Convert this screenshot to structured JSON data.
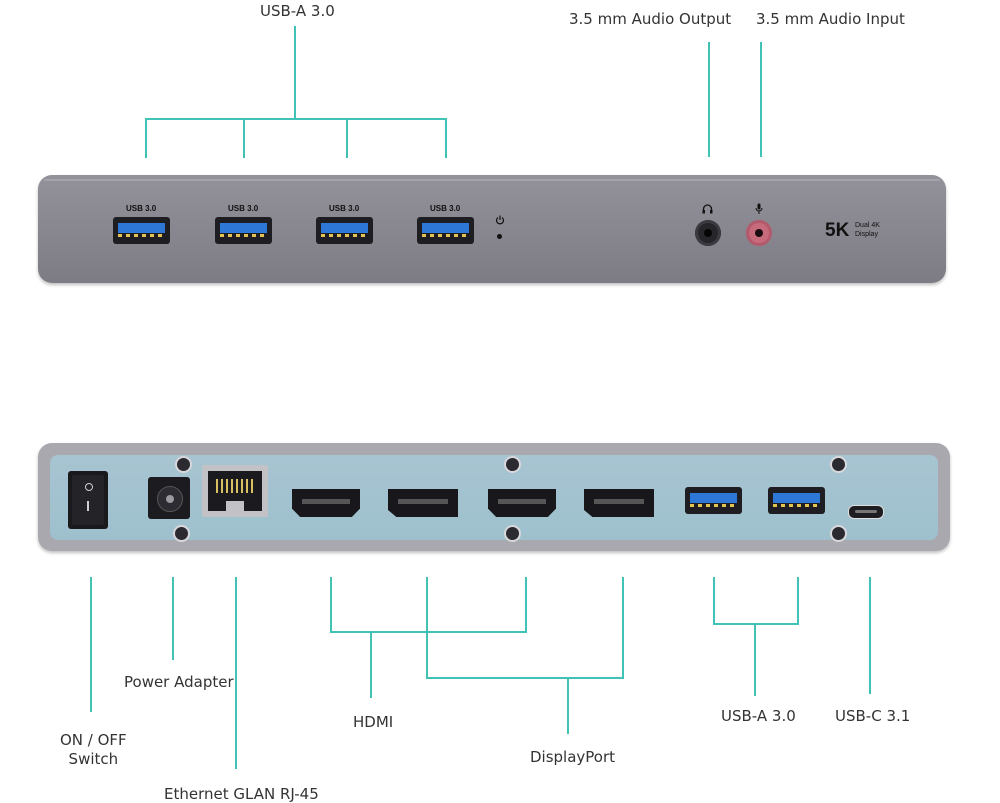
{
  "callouts": {
    "usb_a_front": "USB-A 3.0",
    "audio_output": "3.5 mm Audio Output",
    "audio_input": "3.5 mm Audio Input",
    "on_off_switch_line1": "ON / OFF",
    "on_off_switch_line2": "Switch",
    "power_adapter": "Power Adapter",
    "ethernet": "Ethernet GLAN RJ-45",
    "hdmi": "HDMI",
    "displayport": "DisplayPort",
    "usb_a_back": "USB-A 3.0",
    "usb_c": "USB-C 3.1"
  },
  "front_panel": {
    "usb_labels": [
      "USB 3.0",
      "USB 3.0",
      "USB 3.0",
      "USB 3.0"
    ],
    "badge_main": "5K",
    "badge_line1": "Dual 4K",
    "badge_line2": "Display"
  },
  "colors": {
    "callout_line": "#41c2b4",
    "usb_blue": "#2d77d6",
    "audio_in_pink": "#c66a7c",
    "back_panel": "#a5c2cf"
  }
}
